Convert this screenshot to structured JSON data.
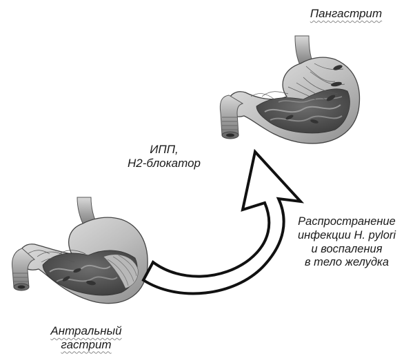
{
  "labels": {
    "pangastritis": "Пангастрит",
    "drugs_line1": "ИПП,",
    "drugs_line2": "Н2-блокатор",
    "spread_line1": "Распространение",
    "spread_line2": "инфекции H. pylori",
    "spread_line3": "и воспаления",
    "spread_line4": "в тело желудка",
    "antral_line1": "Антральный",
    "antral_line2": "гастрит"
  },
  "icons": {
    "stomach_top": "stomach-pangastritis-icon",
    "stomach_bottom": "stomach-antral-icon",
    "arrow": "curved-arrow-icon"
  }
}
